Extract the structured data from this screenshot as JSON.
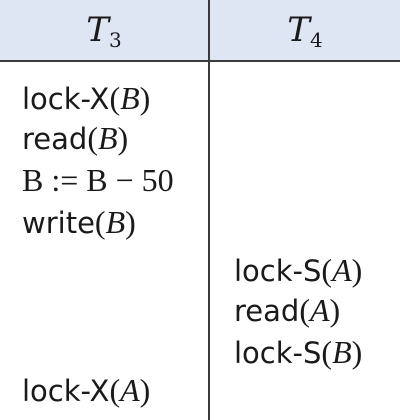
{
  "columns": [
    {
      "var": "T",
      "sub": "3"
    },
    {
      "var": "T",
      "sub": "4"
    }
  ],
  "t3_ops": [
    {
      "fn": "lock-X",
      "arg": "B"
    },
    {
      "fn": "read",
      "arg": "B"
    },
    {
      "expr": "B := B − 50"
    },
    {
      "fn": "write",
      "arg": "B"
    },
    {
      "fn": "lock-X",
      "arg": "A"
    }
  ],
  "t4_ops": [
    {
      "fn": "lock-S",
      "arg": "A"
    },
    {
      "fn": "read",
      "arg": "A"
    },
    {
      "fn": "lock-S",
      "arg": "B"
    }
  ],
  "colors": {
    "header_bg": "#dde6f2",
    "rule": "#3a3a3a",
    "text": "#1a1a1a"
  }
}
